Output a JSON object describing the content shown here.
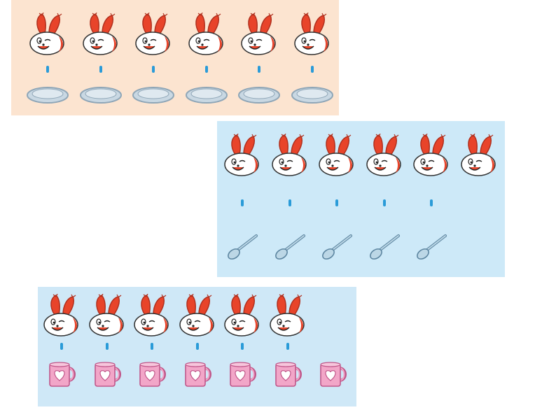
{
  "colors": {
    "page_background": "#ffffff",
    "panel_plates_background": "#fce4d0",
    "panel_spoons_background": "#cde9f8",
    "panel_cups_background": "#cfe8f7",
    "rabbit_ears": "#e8442a",
    "rabbit_face": "#ffffff",
    "rabbit_outline": "#b0301e",
    "link_dot": "#2a9bd8",
    "plate_fill": "#c9d8e3",
    "plate_rim": "#8fa6b7",
    "spoon_fill": "#bcd7e6",
    "spoon_outline": "#5d86a1",
    "cup_fill": "#f2a6c8",
    "cup_heart": "#ffffff",
    "cup_outline": "#c0578a"
  },
  "groups": [
    {
      "name": "rabbits-and-plates",
      "rabbit_count": 6,
      "item_icon": "plate-icon",
      "item_count": 6,
      "link_count": 6
    },
    {
      "name": "rabbits-and-spoons",
      "rabbit_count": 6,
      "item_icon": "spoon-icon",
      "item_count": 5,
      "link_count": 5
    },
    {
      "name": "rabbits-and-cups",
      "rabbit_count": 6,
      "item_icon": "cup-icon",
      "item_count": 7,
      "link_count": 6
    }
  ]
}
